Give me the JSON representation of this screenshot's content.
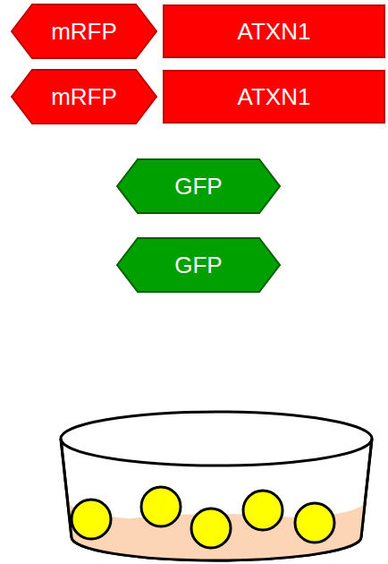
{
  "diagram": {
    "nodes": [
      {
        "text": [
          "mRFP"
        ]
      },
      {
        "text": [
          "ATXN1"
        ]
      },
      {
        "text": [
          "mRFP"
        ]
      },
      {
        "text": [
          "ATXN1"
        ]
      },
      {
        "text": [
          "GFP"
        ]
      },
      {
        "text": [
          "GFP"
        ]
      }
    ]
  }
}
